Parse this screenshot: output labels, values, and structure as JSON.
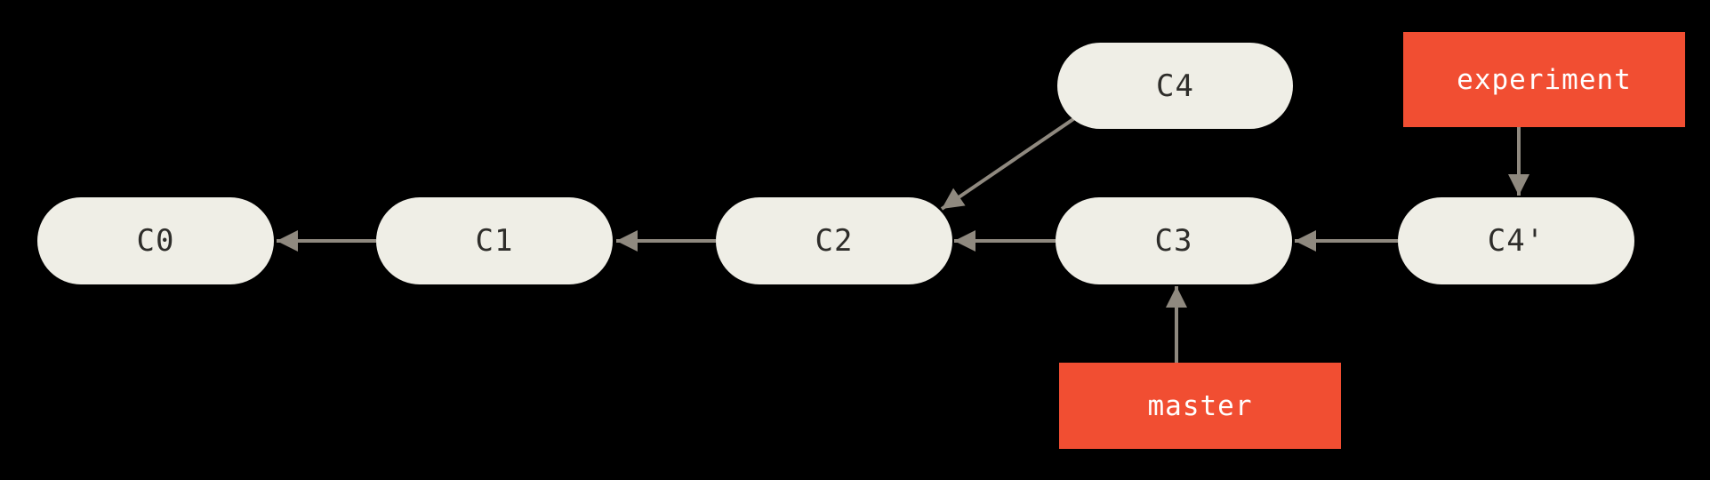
{
  "diagram": {
    "title": "git-rebase-commit-graph",
    "background": "#000000"
  },
  "colors": {
    "commit_fill": "#efeee6",
    "commit_text": "#2e2d2a",
    "arrow": "#8f897f",
    "branch_fill": "#f14e32",
    "branch_text": "#ffffff"
  },
  "graph": {
    "commits": [
      {
        "id": "c0",
        "label": "C0"
      },
      {
        "id": "c1",
        "label": "C1"
      },
      {
        "id": "c2",
        "label": "C2"
      },
      {
        "id": "c3",
        "label": "C3"
      },
      {
        "id": "c4",
        "label": "C4"
      },
      {
        "id": "c4p",
        "label": "C4'"
      }
    ],
    "edges": [
      {
        "from": "C1",
        "to": "C0"
      },
      {
        "from": "C2",
        "to": "C1"
      },
      {
        "from": "C3",
        "to": "C2"
      },
      {
        "from": "C4'",
        "to": "C3"
      },
      {
        "from": "C4",
        "to": "C2"
      },
      {
        "from": "experiment",
        "to": "C4'"
      },
      {
        "from": "master",
        "to": "C3"
      }
    ],
    "branches": [
      {
        "label": "experiment",
        "points_to": "C4'"
      },
      {
        "label": "master",
        "points_to": "C3"
      }
    ]
  }
}
